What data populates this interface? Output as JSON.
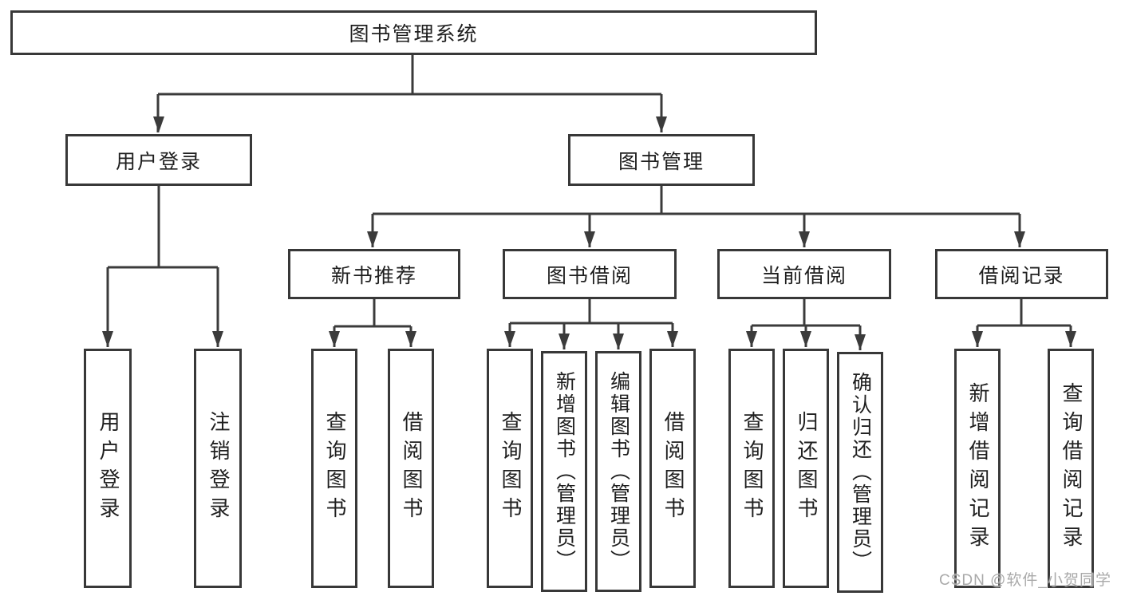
{
  "diagram": {
    "root": "图书管理系统",
    "branches": {
      "user_login": {
        "label": "用户登录",
        "children": [
          "用户登录",
          "注销登录"
        ]
      },
      "book_mgmt": {
        "label": "图书管理",
        "children": {
          "new_books": {
            "label": "新书推荐",
            "children": [
              "查询图书",
              "借阅图书"
            ]
          },
          "borrowing": {
            "label": "图书借阅",
            "children": [
              "查询图书",
              "新增图书（管理员）",
              "编辑图书（管理员）",
              "借阅图书"
            ]
          },
          "current": {
            "label": "当前借阅",
            "children": [
              "查询图书",
              "归还图书",
              "确认归还（管理员）"
            ]
          },
          "records": {
            "label": "借阅记录",
            "children": [
              "新增借阅记录",
              "查询借阅记录"
            ]
          }
        }
      }
    }
  },
  "watermark": "CSDN @软件_小贺同学",
  "colors": {
    "line": "#3b3b3b",
    "box_border": "#383838",
    "text": "#1f1f1f",
    "background": "#ffffff",
    "watermark": "#a9a9a9"
  }
}
